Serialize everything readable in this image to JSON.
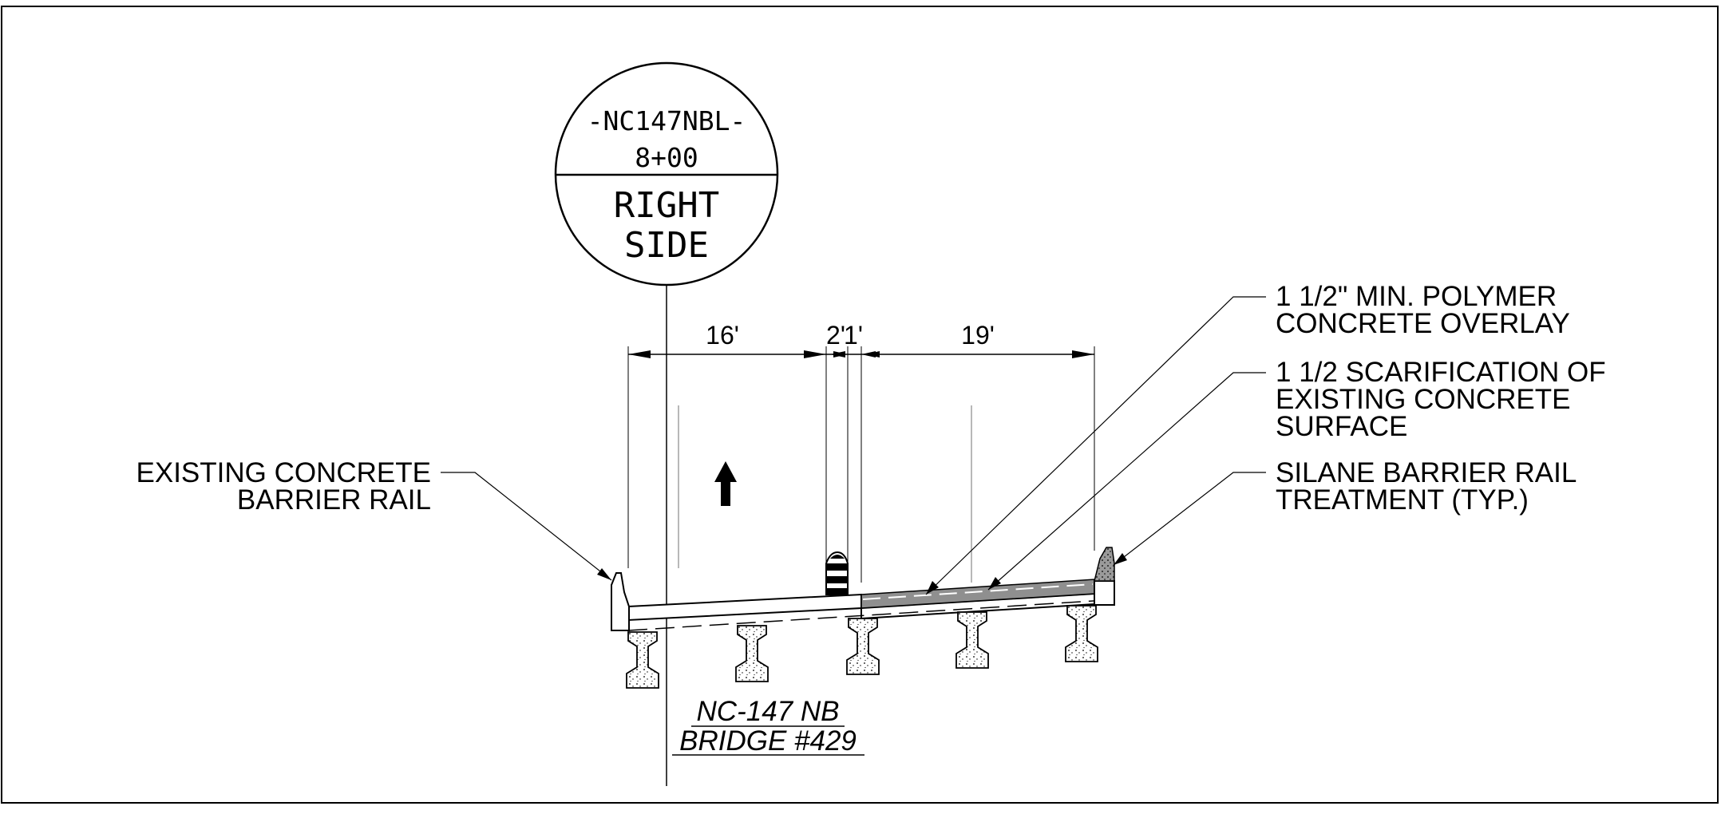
{
  "station_bubble": {
    "alignment": "-NC147NBL-",
    "station": "8+00",
    "side_line1": "RIGHT",
    "side_line2": "SIDE"
  },
  "dimensions": {
    "lane_left": "16'",
    "median_a": "2'",
    "median_b": "1'",
    "lane_right": "19'"
  },
  "callouts": {
    "left_line1": "EXISTING CONCRETE",
    "left_line2": "BARRIER RAIL",
    "overlay_line1": "1 1/2\" MIN. POLYMER",
    "overlay_line2": "CONCRETE OVERLAY",
    "scar_line1": "1 1/2 SCARIFICATION OF",
    "scar_line2": "EXISTING CONCRETE",
    "scar_line3": "SURFACE",
    "silane_line1": "SILANE BARRIER RAIL",
    "silane_line2": "TREATMENT (TYP.)"
  },
  "bridge_label": {
    "line1": "NC-147 NB",
    "line2": "BRIDGE #429"
  },
  "icons": {
    "travel_direction": "up-arrow-icon"
  }
}
